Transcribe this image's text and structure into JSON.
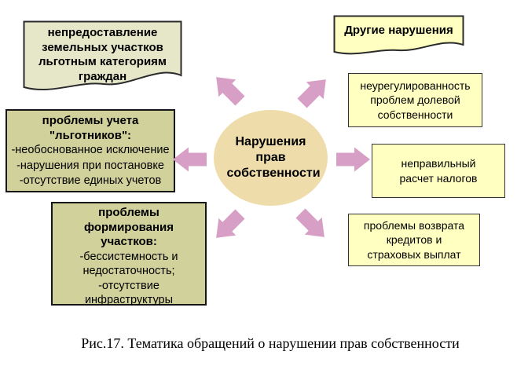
{
  "caption": "Рис.17. Тематика обращений о нарушении прав собственности",
  "center_node": {
    "label": "Нарушения прав собственности"
  },
  "left_column": {
    "doc_note": {
      "text": "непредоставление земельных участков льготным категориям граждан"
    },
    "accounting_box": {
      "title": "проблемы учета \"льготников\":",
      "lines": [
        "-необоснованное исключение",
        "-нарушения при постановке",
        "-отсутствие единых учетов"
      ]
    },
    "formation_box": {
      "title": "проблемы формирования участков:",
      "lines": [
        "-бессистемность и",
        "недостаточность;",
        "-отсутствие",
        "инфраструктуры"
      ]
    }
  },
  "right_column": {
    "doc_note": {
      "text": "Другие нарушения"
    },
    "shared_ownership_box": {
      "text": "неурегулированность проблем долевой собственности"
    },
    "tax_box": {
      "text": "неправильный расчет налогов"
    },
    "credits_box": {
      "text": "проблемы возврата кредитов и страховых выплат"
    }
  },
  "arrows": {
    "directions": [
      "up-left",
      "up-right",
      "left",
      "right",
      "down-left",
      "down-right"
    ]
  },
  "colors": {
    "arrow_pink": "#d79fc5",
    "center_ellipse": "#eedcab",
    "olive_box": "#d1d19c",
    "pale_olive_doc": "#e6e7c9",
    "yellow_box": "#ffffc2",
    "border_dark": "#1f1f1f"
  }
}
